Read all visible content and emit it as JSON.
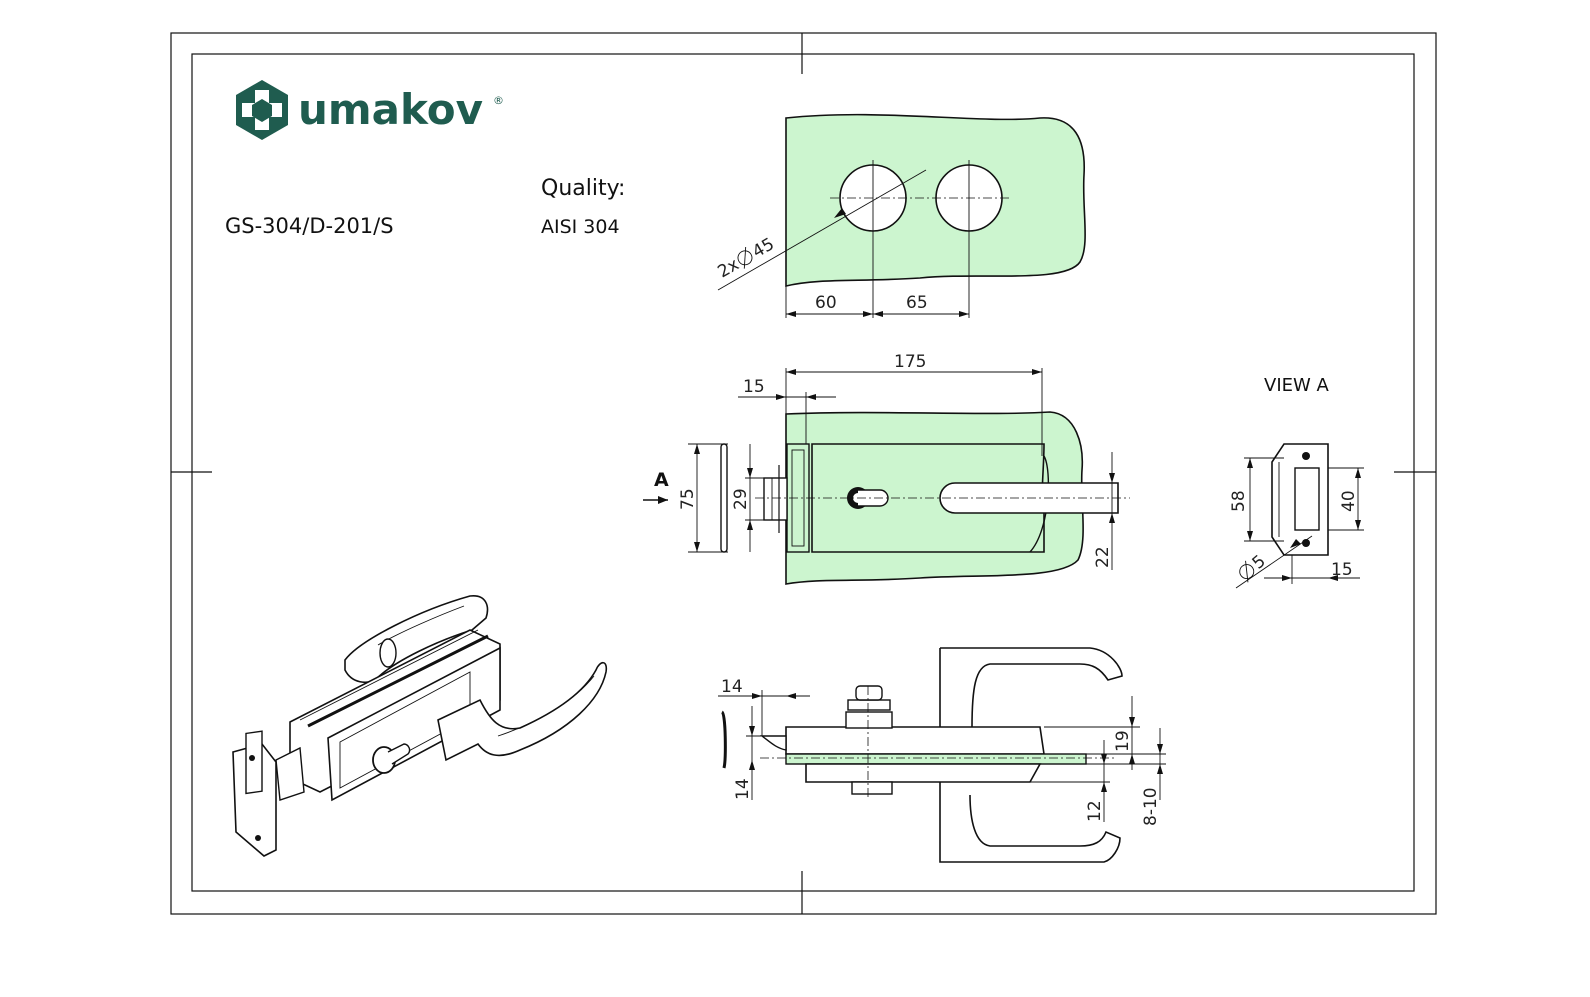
{
  "logo": {
    "brand": "umakov",
    "registered": "®"
  },
  "product": {
    "code": "GS-304/D-201/S"
  },
  "quality": {
    "label": "Quality:",
    "value": "AISI 304"
  },
  "view_label": "VIEW A",
  "section_marker": "A",
  "dimensions": {
    "hole_diameter": "2x",
    "hole_diameter_value": "45",
    "d60": "60",
    "d65": "65",
    "d175": "175",
    "d15_top": "15",
    "d75": "75",
    "d29": "29",
    "d22": "22",
    "d58": "58",
    "d40": "40",
    "d5": "5",
    "d15_side": "15",
    "d14_top": "14",
    "d14_side": "14",
    "d19": "19",
    "d12": "12",
    "d8_10": "8-10"
  },
  "colors": {
    "logo_green": "#1f5c4f",
    "glass": "#ccf5cf"
  }
}
